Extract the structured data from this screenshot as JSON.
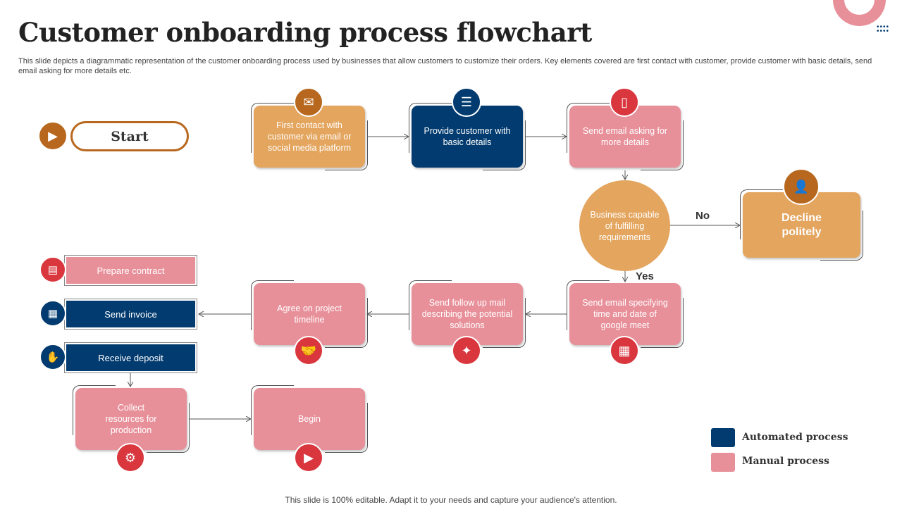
{
  "title": "Customer onboarding process flowchart",
  "description": "This slide depicts a diagrammatic representation of the customer onboarding process used by businesses that allow customers to customize their orders. Key elements covered are first contact with customer, provide customer with basic details, send email asking for more details etc.",
  "start": "Start",
  "steps": {
    "first_contact": "First contact with customer via email or social media platform",
    "provide": "Provide customer with basic details",
    "send_email": "Send email asking for more details",
    "decision": "Business capable of fulfilling requirements",
    "no": "No",
    "yes": "Yes",
    "decline": "Decline politely",
    "send_meet": "Send email specifying time and date of google meet",
    "follow_up": "Send follow up mail describing the potential solutions",
    "agree": "Agree on project timeline",
    "prepare": "Prepare contract",
    "invoice": "Send invoice",
    "deposit": "Receive deposit",
    "collect": "Collect resources for production",
    "begin": "Begin"
  },
  "legend": {
    "automated": "Automated process",
    "manual": "Manual process"
  },
  "colors": {
    "orange": "#E4A55E",
    "navy": "#023B6F",
    "pink": "#E8909A",
    "red": "#D9363E"
  },
  "footer": "This slide is 100% editable. Adapt it to your needs and capture your audience's attention."
}
